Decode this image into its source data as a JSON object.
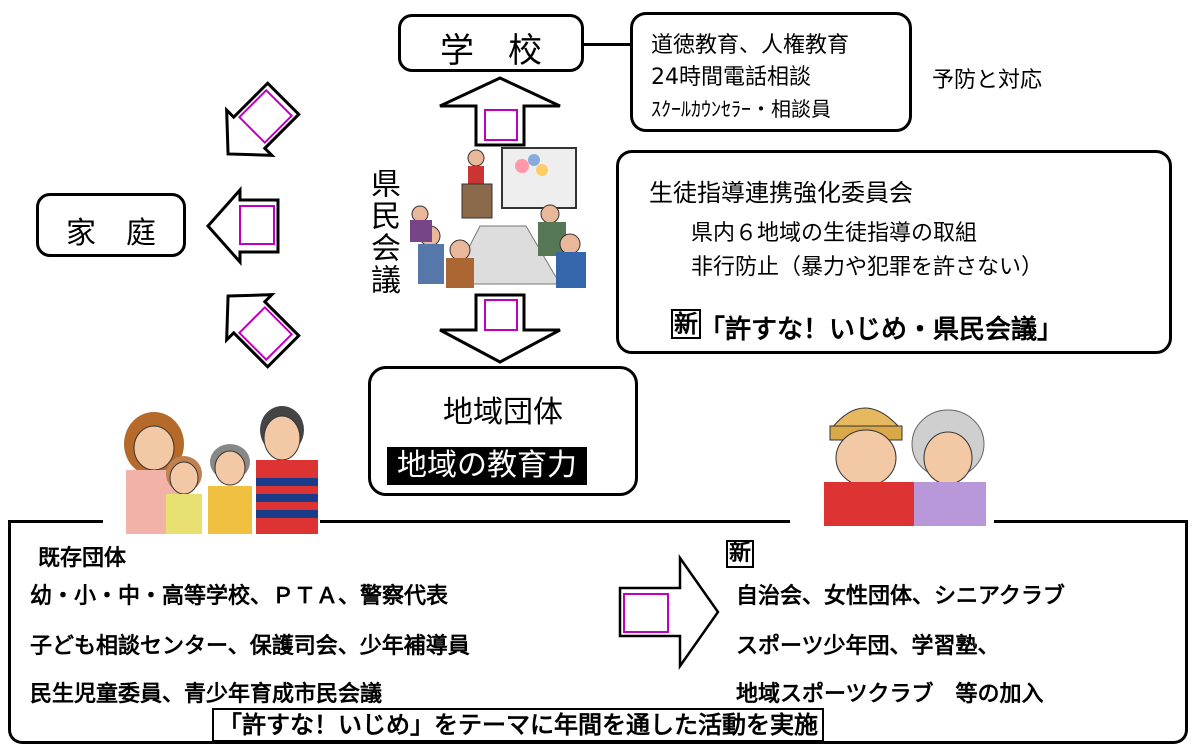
{
  "school": {
    "label": "学　校",
    "items": [
      "道徳教育、人権教育",
      "24時間電話相談",
      "ｽｸｰﾙｶｳﾝｾﾗｰ・相談員"
    ],
    "side_label": "予防と対応"
  },
  "family": {
    "label": "家　庭"
  },
  "council": {
    "vertical_label": "県民会議"
  },
  "committee": {
    "title": "生徒指導連携強化委員会",
    "line1": "県内６地域の生徒指導の取組",
    "line2": "非行防止（暴力や犯罪を許さない）",
    "new_mark": "新",
    "new_title": "「許すな！いじめ・県民会議」"
  },
  "community": {
    "label": "地域団体",
    "highlight": "地域の教育力"
  },
  "bottom": {
    "existing_title": "既存団体",
    "existing_lines": [
      "幼・小・中・高等学校、ＰＴＡ、警察代表",
      "子ども相談センター、保護司会、少年補導員",
      "民生児童委員、青少年育成市民会議"
    ],
    "new_mark": "新",
    "new_lines": [
      "自治会、女性団体、シニアクラブ",
      "スポーツ少年団、学習塾、",
      "地域スポーツクラブ　等の加入"
    ],
    "footer": "「許すな！いじめ」をテーマに年間を通した活動を実施"
  },
  "icons": [
    "meeting-illustration",
    "family-illustration",
    "elderly-couple-illustration"
  ],
  "colors": {
    "arrow_inner": "#c000c0",
    "line": "#000000"
  }
}
